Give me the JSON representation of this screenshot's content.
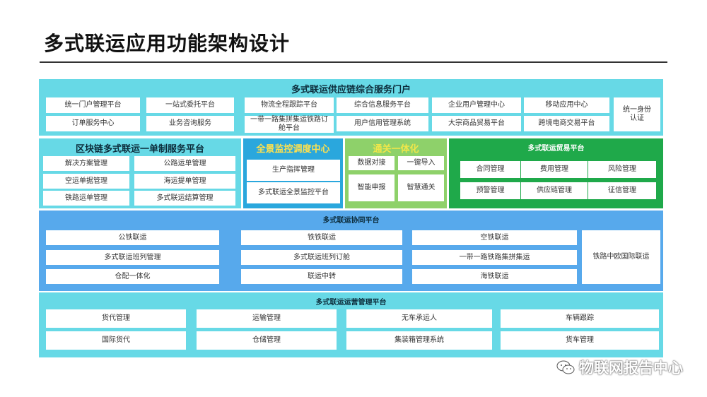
{
  "title": "多式联运应用功能架构设计",
  "portal": {
    "title": "多式联运供应链综合服务门户",
    "items": [
      "统一门户管理平台",
      "一站式委托平台",
      "物流全程跟踪平台",
      "综合信息服务平台",
      "企业用户管理中心",
      "移动应用中心",
      "订单服务中心",
      "业务咨询服务",
      "一带一路集拼集运铁路订舱平台",
      "用户信用管理系统",
      "大宗商品贸易平台",
      "跨境电商交易平台"
    ],
    "side": "统一身份认证"
  },
  "blockchain": {
    "title": "区块链多式联运一单制服务平台",
    "items": [
      "解决方案管理",
      "公路运单管理",
      "空运单据管理",
      "海运提单管理",
      "铁路运单管理",
      "多式联运结算管理"
    ]
  },
  "monitor": {
    "title": "全景监控调度中心",
    "items": [
      "生产指挥管理",
      "多式联运全景监控平台"
    ]
  },
  "customs": {
    "title": "通关一体化",
    "items": [
      "数据对接",
      "一键导入",
      "智能申报",
      "智慧通关"
    ]
  },
  "trade": {
    "title": "多式联运贸易平台",
    "items": [
      "合同管理",
      "费用管理",
      "风险管理",
      "预警管理",
      "供应链管理",
      "征信管理"
    ]
  },
  "collab": {
    "title": "多式联运协同平台",
    "items": [
      "公铁联运",
      "铁铁联运",
      "空铁联运",
      "多式联运班列管理",
      "多式联运班列订舱",
      "一带一路铁路集拼集运",
      "仓配一体化",
      "联运中转",
      "海铁联运"
    ],
    "side": "铁路中欧国际联运"
  },
  "ops": {
    "title": "多式联运运营管理平台",
    "items": [
      "货代管理",
      "运输管理",
      "无车承运人",
      "车辆跟踪",
      "国际货代",
      "仓储管理",
      "集装箱管理系统",
      "货车管理"
    ]
  },
  "watermark": "物联网报告中心",
  "colors": {
    "cyan": "#67d9e6",
    "blue": "#57a9ec",
    "monitor_header": "#2aa7dd",
    "yellow": "#f0e64a",
    "green_light": "#8ed16a",
    "green_dark": "#1fa94a"
  }
}
